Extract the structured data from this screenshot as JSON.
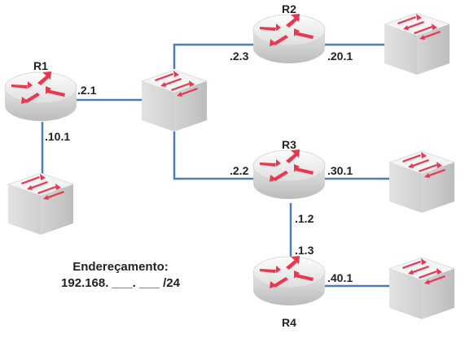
{
  "routers": {
    "r1": {
      "name": "R1",
      "ifaces": [
        ".2.1",
        ".10.1"
      ]
    },
    "r2": {
      "name": "R2",
      "ifaces": [
        ".2.3",
        ".20.1"
      ]
    },
    "r3": {
      "name": "R3",
      "ifaces": [
        ".2.2",
        ".30.1",
        ".1.2"
      ]
    },
    "r4": {
      "name": "R4",
      "ifaces": [
        ".1.3",
        ".40.1"
      ]
    }
  },
  "note": {
    "line1": "Endereçamento:",
    "line2": "192.168. ___. ___ /24"
  },
  "colors": {
    "link": "#4a7fb5",
    "arrow": "#e8384f",
    "device_light": "#f2f2f2",
    "device_dark": "#c8c8c8"
  }
}
